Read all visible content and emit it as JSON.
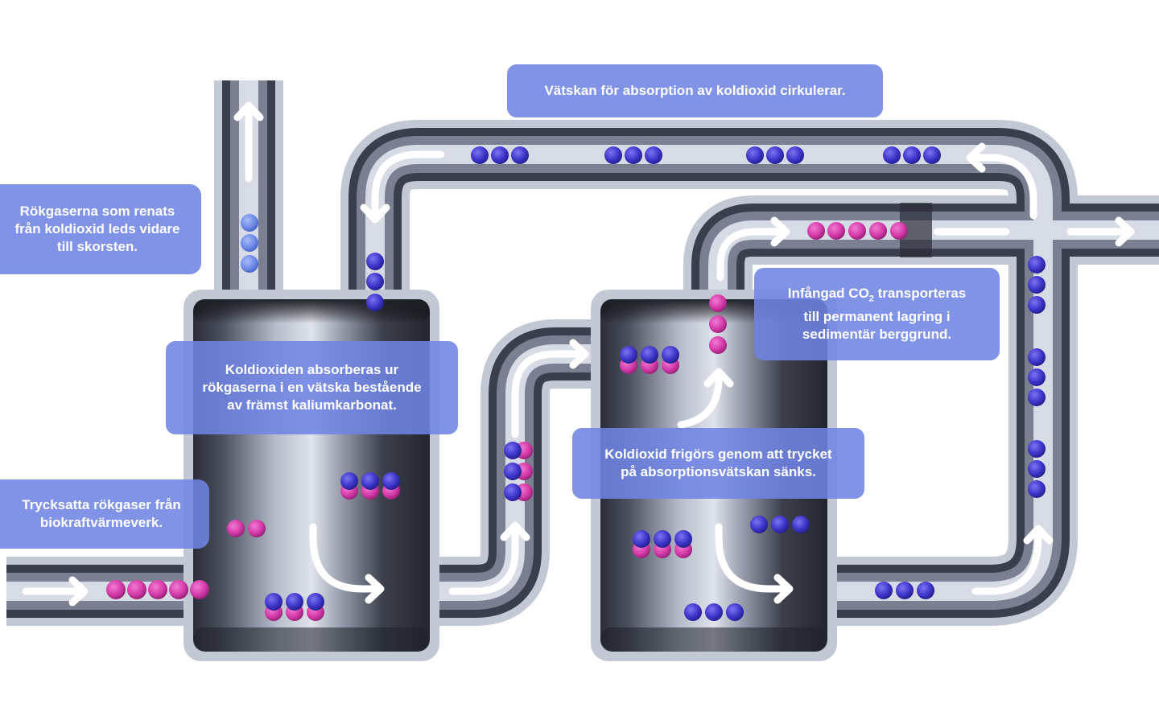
{
  "diagram": {
    "title": "Carbon capture process (BECCS) with potassium carbonate absorption",
    "labels": {
      "circulation": "Vätskan för absorption av koldioxid cirkulerar.",
      "cleaned_gas": [
        "Rökgaserna som renats",
        "från koldioxid leds vidare",
        "till skorsten."
      ],
      "absorption": [
        "Koldioxiden absorberas ur",
        "rökgaserna i en vätska bestående",
        "av främst kaliumkarbonat."
      ],
      "storage_prefix": "Infångad CO",
      "storage_sub": "2",
      "storage_line1_suffix": " transporteras",
      "storage_rest": [
        "till permanent lagring i",
        "sedimentär berggrund."
      ],
      "release": [
        "Koldioxid frigörs genom att trycket",
        "på absorptionsvätskan sänks."
      ],
      "input": [
        "Trycksatta rökgaser från",
        "biokraftvärmeverk."
      ]
    },
    "components": [
      "inlet-pipe",
      "absorber-tank",
      "chimney-pipe",
      "transfer-pipe",
      "desorber-tank",
      "co2-outlet-pipe",
      "return-loop-pipe"
    ],
    "molecule_legend": {
      "co2": "magenta sphere",
      "absorbent": "blue sphere",
      "cleaned_gas": "light blue sphere",
      "bound": "blue over magenta pair"
    },
    "colors": {
      "label_bg": "#7084e4",
      "co2": "#d43aa8",
      "absorbent": "#3d35c9",
      "clean_gas": "#6f8ae8",
      "pipe_outer": "#c3c9d4",
      "pipe_dark": "#3a3f4e",
      "pipe_light": "#d6dbe6",
      "arrow": "#ffffff"
    }
  }
}
